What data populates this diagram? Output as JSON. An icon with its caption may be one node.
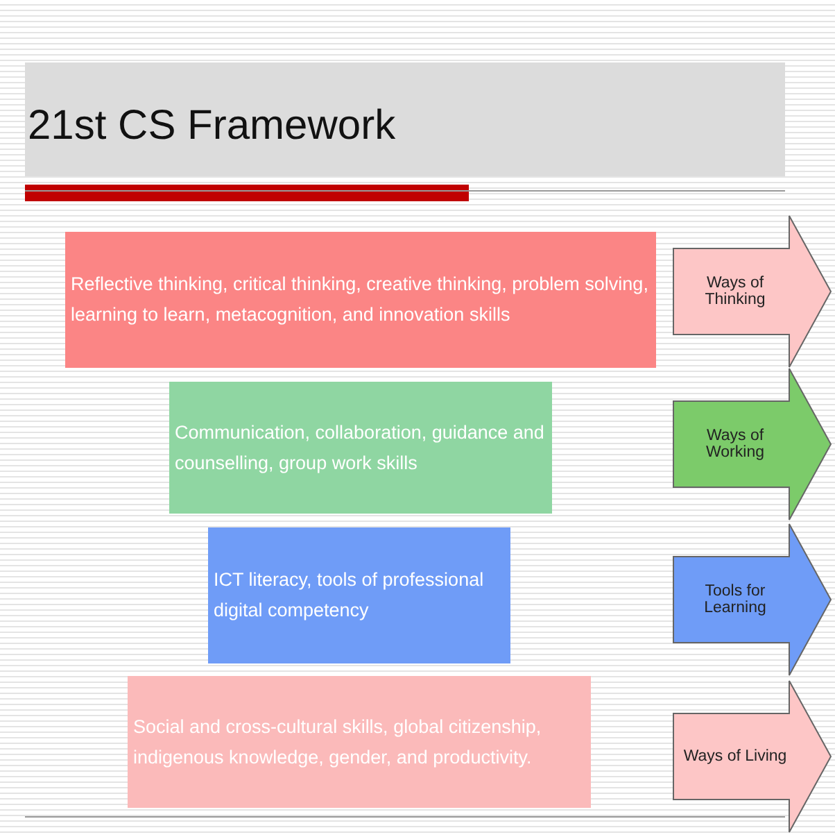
{
  "diagram": {
    "title": "21st CS Framework",
    "nodes": [
      {
        "text": [
          "Reflective thinking, critical thinking, creative thinking, problem solving, learning to learn, metacognition, and innovation skills"
        ]
      },
      {
        "text": [
          "Communication, collaboration, guidance and counselling, group work skills"
        ]
      },
      {
        "text": [
          "ICT literacy, tools of professional digital competency"
        ]
      },
      {
        "text": [
          "Social and cross-cultural skills, global citizenship, indigenous knowledge, gender, and productivity."
        ]
      },
      {
        "text": [
          "Ways of Thinking"
        ]
      },
      {
        "text": [
          "Ways of Working"
        ]
      },
      {
        "text": [
          "Tools for Learning"
        ]
      },
      {
        "text": [
          "Ways of Living"
        ]
      }
    ],
    "edges": []
  }
}
